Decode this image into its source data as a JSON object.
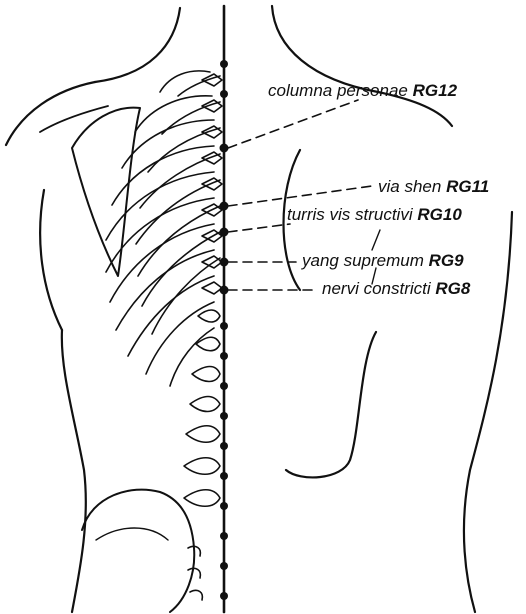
{
  "points": [
    {
      "name": "columna personae",
      "code": "RG12"
    },
    {
      "name": "via shen",
      "code": "RG11"
    },
    {
      "name": "turris vis structivi",
      "code": "RG10"
    },
    {
      "name": "yang supremum",
      "code": "RG9"
    },
    {
      "name": "nervi constricti",
      "code": "RG8"
    }
  ],
  "colors": {
    "ink": "#111111",
    "paper": "#ffffff"
  }
}
